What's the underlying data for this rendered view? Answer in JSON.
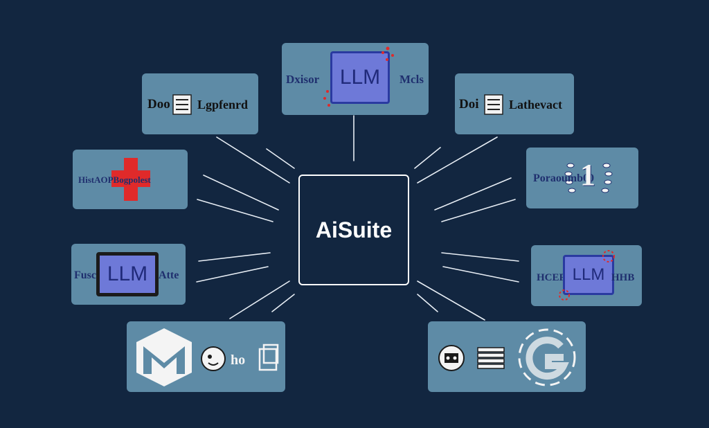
{
  "hub": {
    "label": "AiSuite"
  },
  "nodes": {
    "top": {
      "left": "Dxisor",
      "chip": "LLM",
      "right": "Mcls"
    },
    "upper_left": {
      "label": "Doo",
      "label2": "Lgpfenrd"
    },
    "upper_right": {
      "label": "Doi",
      "label2": "Lathevact"
    },
    "mid_left": {
      "label": "HistAOPBogpolest"
    },
    "mid_right": {
      "label": "Poraoumb00",
      "digit": "1"
    },
    "low_left": {
      "left": "Fusc",
      "chip": "LLM",
      "right": "Atte"
    },
    "low_right": {
      "left": "HCEF-",
      "chip": "LLM",
      "right": "HHB"
    },
    "bottom_left": {
      "label": "ho"
    },
    "bottom_right": {}
  },
  "colors": {
    "background": "#122640",
    "card": "#5e8ba6",
    "chip": "#6e79d8",
    "hub_border": "#ffffff",
    "accent_red": "#e02a2a"
  }
}
